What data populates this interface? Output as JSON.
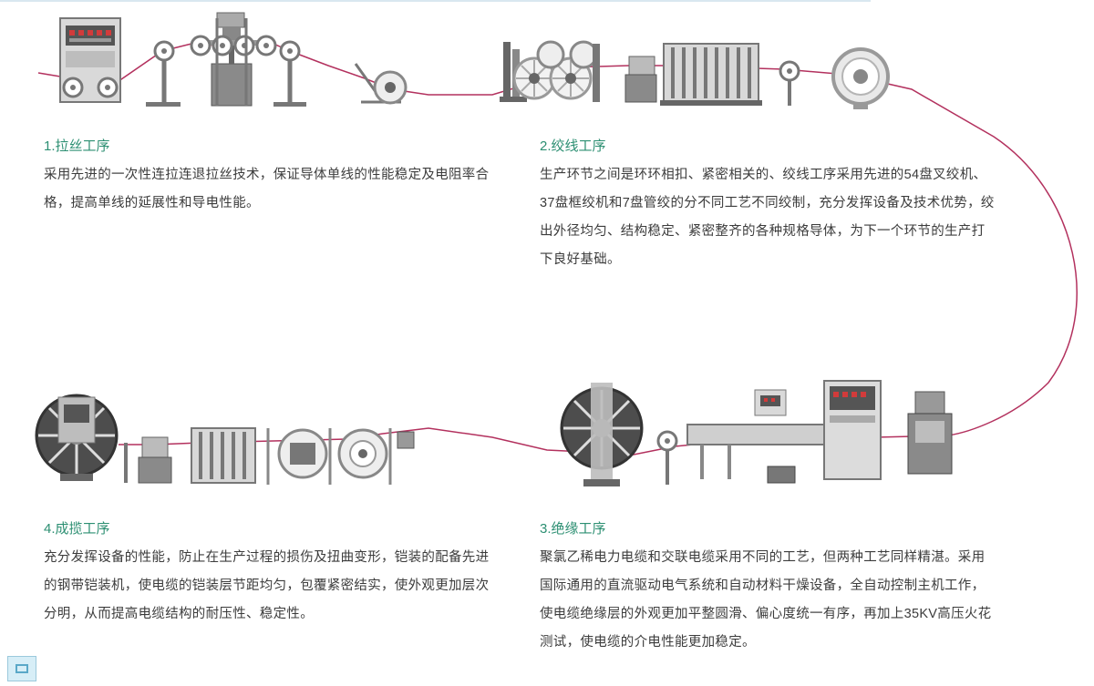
{
  "colors": {
    "accent": "#2c8f72",
    "cable": "#b3315e",
    "machine_dark": "#555555",
    "machine_mid": "#8a8a8a",
    "machine_light": "#cfcfcf",
    "panel_red": "#d23b3b",
    "text": "#3c3c3c"
  },
  "steps": [
    {
      "title": "1.拉丝工序",
      "body": "采用先进的一次性连拉连退拉丝技术，保证导体单线的性能稳定及电阻率合格，提高单线的延展性和导电性能。"
    },
    {
      "title": "2.绞线工序",
      "body": "生产环节之间是环环相扣、紧密相关的、绞线工序采用先进的54盘叉绞机、37盘框绞机和7盘管绞的分不同工艺不同绞制，充分发挥设备及技术优势，绞出外径均匀、结构稳定、紧密整齐的各种规格导体，为下一个环节的生产打下良好基础。"
    },
    {
      "title": "3.绝缘工序",
      "body": "聚氯乙稀电力电缆和交联电缆采用不同的工艺，但两种工艺同样精湛。采用国际通用的直流驱动电气系统和自动材料干燥设备，全自动控制主机工作，使电缆绝缘层的外观更加平整圆滑、偏心度统一有序，再加上35KV高压火花测试，使电缆的介电性能更加稳定。"
    },
    {
      "title": "4.成揽工序",
      "body": "充分发挥设备的性能，防止在生产过程的损伤及扭曲变形，铠装的配备先进的钢带铠装机，使电缆的铠装层节距均匀，包覆紧密结实，使外观更加层次分明，从而提高电缆结构的耐压性、稳定性。"
    }
  ]
}
